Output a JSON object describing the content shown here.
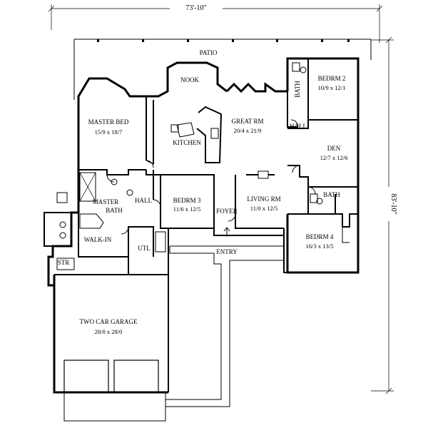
{
  "dimensions": {
    "overall_width": "73'-10\"",
    "overall_depth": "83'-10\""
  },
  "rooms": {
    "patio": {
      "name": "PATIO"
    },
    "nook": {
      "name": "NOOK"
    },
    "master_bed": {
      "name": "MASTER BED",
      "size": "15/9 x 18/7"
    },
    "great_rm": {
      "name": "GREAT RM",
      "size": "20/4 x 21/9"
    },
    "kitchen": {
      "name": "KITCHEN"
    },
    "bath_top": {
      "name": "BATH"
    },
    "bedrm_2": {
      "name": "BEDRM 2",
      "size": "10/9 x 12/1"
    },
    "hall_right": {
      "name": "HALL"
    },
    "den": {
      "name": "DEN",
      "size": "12/7 x 12/6"
    },
    "bath_right": {
      "name": "BATH"
    },
    "master_bath": {
      "name": "MASTER",
      "name2": "BATH"
    },
    "hall_left": {
      "name": "HALL"
    },
    "bedrm_3": {
      "name": "BEDRM 3",
      "size": "11/6 x 12/5"
    },
    "foyer": {
      "name": "FOYER"
    },
    "living_rm": {
      "name": "LIVING RM",
      "size": "11/0 x 12/5"
    },
    "bedrm_4": {
      "name": "BEDRM 4",
      "size": "16/3 x 13/5"
    },
    "walk_in": {
      "name": "WALK-IN"
    },
    "utl": {
      "name": "UTL"
    },
    "str": {
      "name": "STR"
    },
    "entry": {
      "name": "ENTRY"
    },
    "garage": {
      "name": "TWO CAR GARAGE",
      "size": "28/0 x 28/0"
    }
  }
}
